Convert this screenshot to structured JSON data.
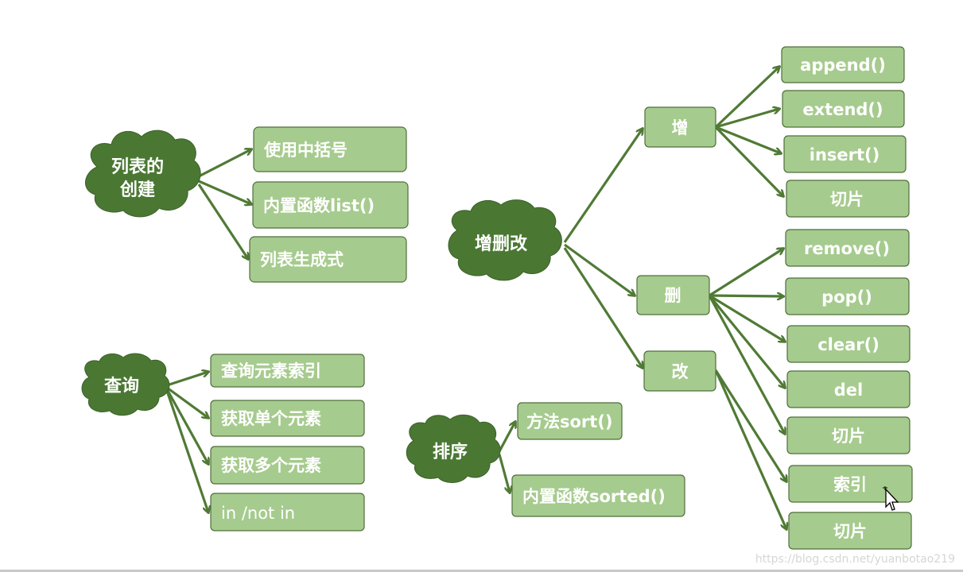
{
  "clouds": {
    "list_create": {
      "line1": "列表的",
      "line2": "创建"
    },
    "query": "查询",
    "crud": "增删改",
    "sort": "排序"
  },
  "create_items": [
    "使用中括号",
    "内置函数list()",
    "列表生成式"
  ],
  "query_items": [
    "查询元素索引",
    "获取单个元素",
    "获取多个元素",
    "in  /not in"
  ],
  "crud_ops": {
    "add": "增",
    "delete": "删",
    "modify": "改"
  },
  "add_items": [
    "append()",
    "extend()",
    "insert()",
    "切片"
  ],
  "delete_items": [
    "remove()",
    "pop()",
    "clear()",
    "del",
    "切片"
  ],
  "modify_items": [
    "索引",
    "切片"
  ],
  "sort_items": [
    "方法sort()",
    "内置函数sorted()"
  ],
  "watermark": "https://blog.csdn.net/yuanbotao219",
  "colors": {
    "box_fill": "#a6cb8e",
    "cloud_fill": "#4a7833",
    "arrow": "#507a35"
  }
}
